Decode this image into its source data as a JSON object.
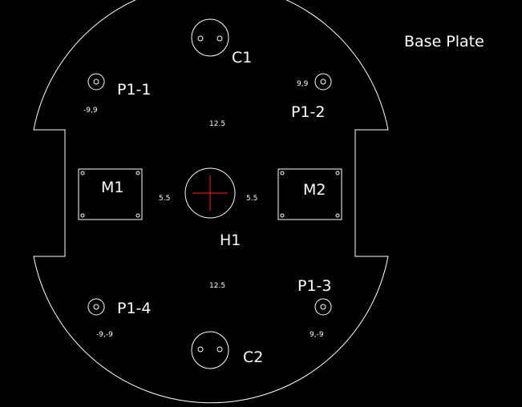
{
  "title": "Base Plate",
  "colors": {
    "background": "#000000",
    "outline": "#ffffff",
    "center_mark": "#ff2020"
  },
  "labels": {
    "c1": "C1",
    "c2": "C2",
    "h1": "H1",
    "m1": "M1",
    "m2": "M2",
    "p1_1": "P1-1",
    "p1_2": "P1-2",
    "p1_3": "P1-3",
    "p1_4": "P1-4"
  },
  "dimensions": {
    "top_spacing": "12.5",
    "bottom_spacing": "12.5",
    "left_spacing": "5.5",
    "right_spacing": "5.5"
  },
  "coordinates": {
    "p1_1": "-9,9",
    "p1_2": "9,9",
    "p1_3": "9,-9",
    "p1_4": "-9,-9"
  }
}
